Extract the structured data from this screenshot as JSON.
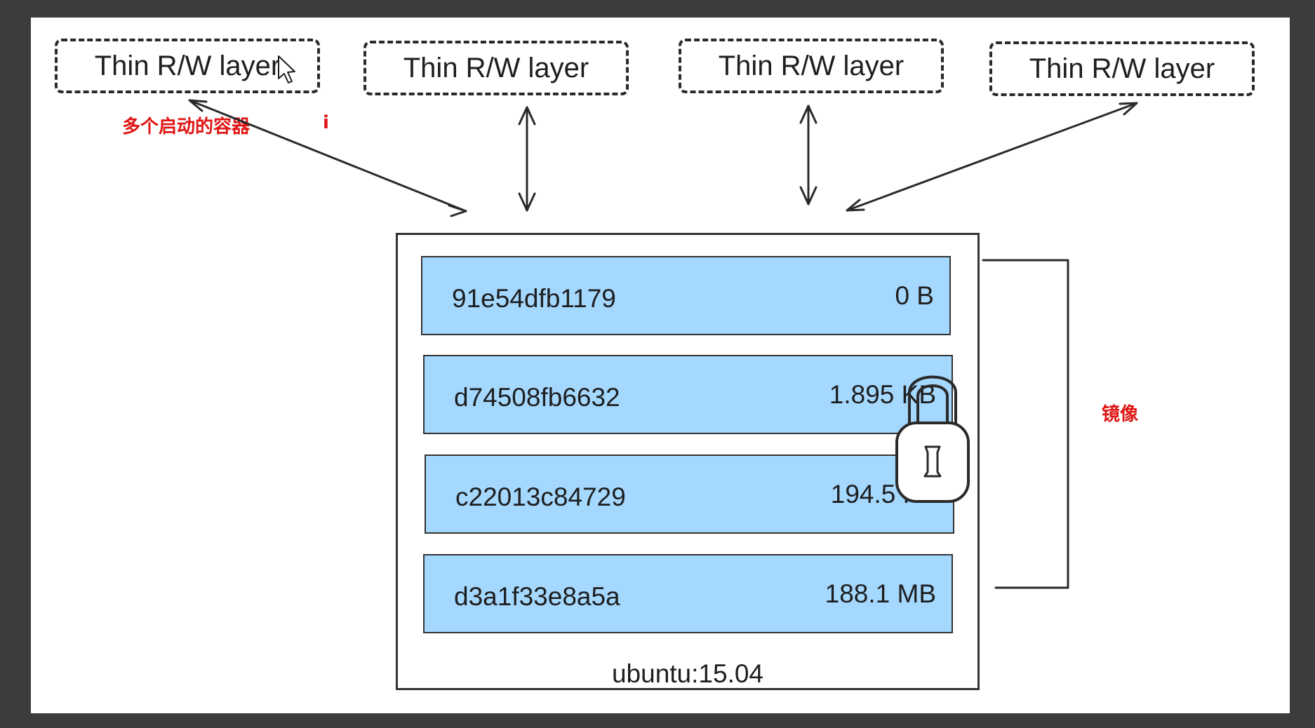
{
  "containers": [
    {
      "label": "Thin R/W layer"
    },
    {
      "label": "Thin R/W layer"
    },
    {
      "label": "Thin R/W layer"
    },
    {
      "label": "Thin R/W layer"
    }
  ],
  "image": {
    "name": "ubuntu:15.04",
    "layers": [
      {
        "id": "91e54dfb1179",
        "size": "0 B"
      },
      {
        "id": "d74508fb6632",
        "size": "1.895 KB"
      },
      {
        "id": "c22013c84729",
        "size": "194.5 KB"
      },
      {
        "id": "d3a1f33e8a5a",
        "size": "188.1 MB"
      }
    ]
  },
  "annotations": {
    "containers_note": "多个启动的容器",
    "cursor_char": "i",
    "image_note": "镜像"
  },
  "colors": {
    "layer_fill": "#a5d8ff",
    "annotation": "#e01515",
    "stroke": "#2a2a2a",
    "frame": "#3c3c3e"
  },
  "icons": [
    "lock-icon",
    "mouse-cursor-icon"
  ]
}
